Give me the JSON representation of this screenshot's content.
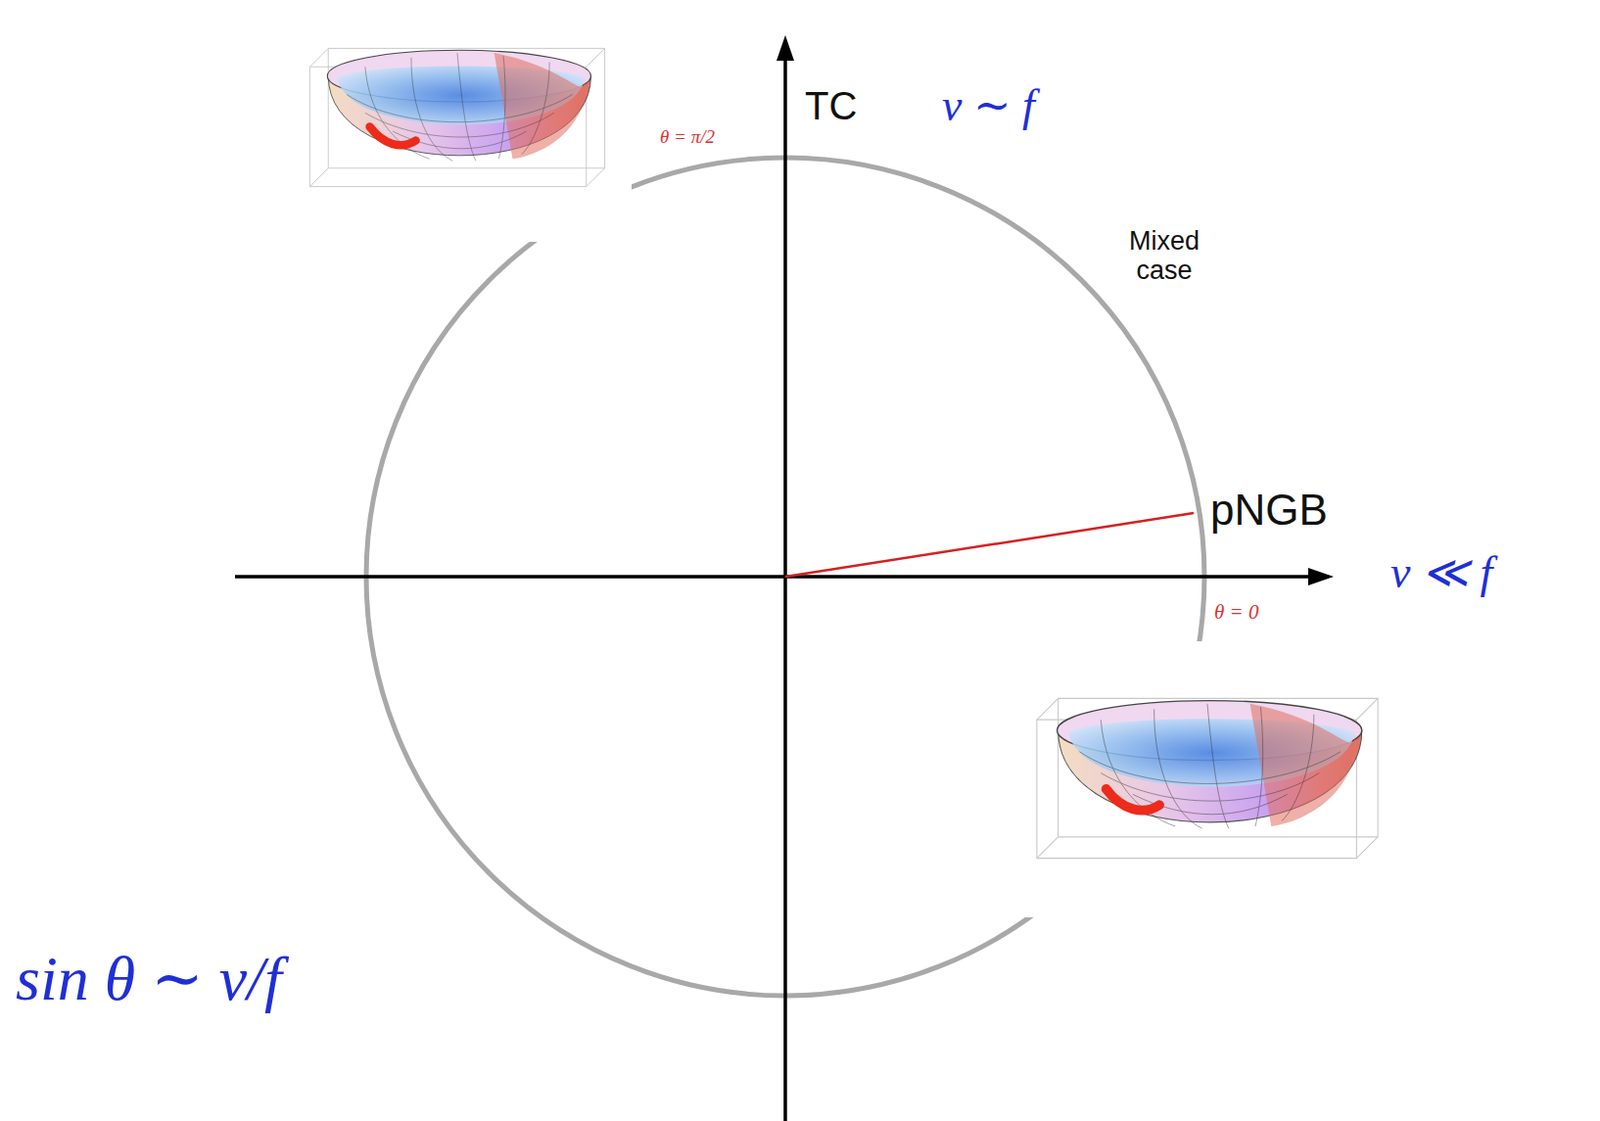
{
  "diagram": {
    "labels": [
      "θ = π/2",
      "TC",
      "v ∼ f",
      "Mixed case",
      "pNGB",
      "v ≪ f",
      "θ = 0",
      "sin θ ∼ v/f"
    ]
  }
}
